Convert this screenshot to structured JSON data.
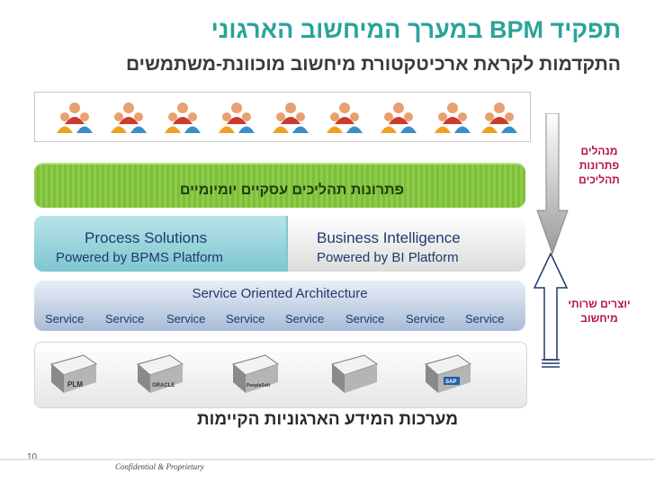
{
  "title": "תפקיד BPM במערך המיחשוב הארגוני",
  "subtitle": "התקדמות לקראת ארכיטקטורת מיחשוב מוכוונת-משתמשים",
  "users": {
    "count": 9,
    "icon": "people-group-icon"
  },
  "layers": {
    "daily_processes": "פתרונות תהליכים עסקיים יומיומיים",
    "process_solutions": {
      "title": "Process Solutions",
      "subtitle": "Powered by BPMS Platform"
    },
    "business_intelligence": {
      "title": "Business Intelligence",
      "subtitle": "Powered by BI Platform"
    },
    "soa": {
      "title": "Service Oriented Architecture",
      "services": [
        "Service",
        "Service",
        "Service",
        "Service",
        "Service",
        "Service",
        "Service",
        "Service"
      ]
    }
  },
  "systems": {
    "servers": [
      "PLM",
      "ORACLE",
      "PeopleSoft",
      "",
      "SAP"
    ],
    "label": "מערכות המידע הארגוניות הקיימות"
  },
  "side_labels": {
    "top": [
      "מנהלים",
      "פתרונות",
      "תהליכים"
    ],
    "bottom": [
      "יוצרים שרותי",
      "מיחשוב"
    ]
  },
  "footer": {
    "page_number": "10",
    "text": "Confidential & Proprietary"
  },
  "colors": {
    "title": "#2aa39a",
    "side_labels": "#b4133f",
    "green_layer": "#8ecb4a",
    "blue_text": "#1f3a6e"
  }
}
